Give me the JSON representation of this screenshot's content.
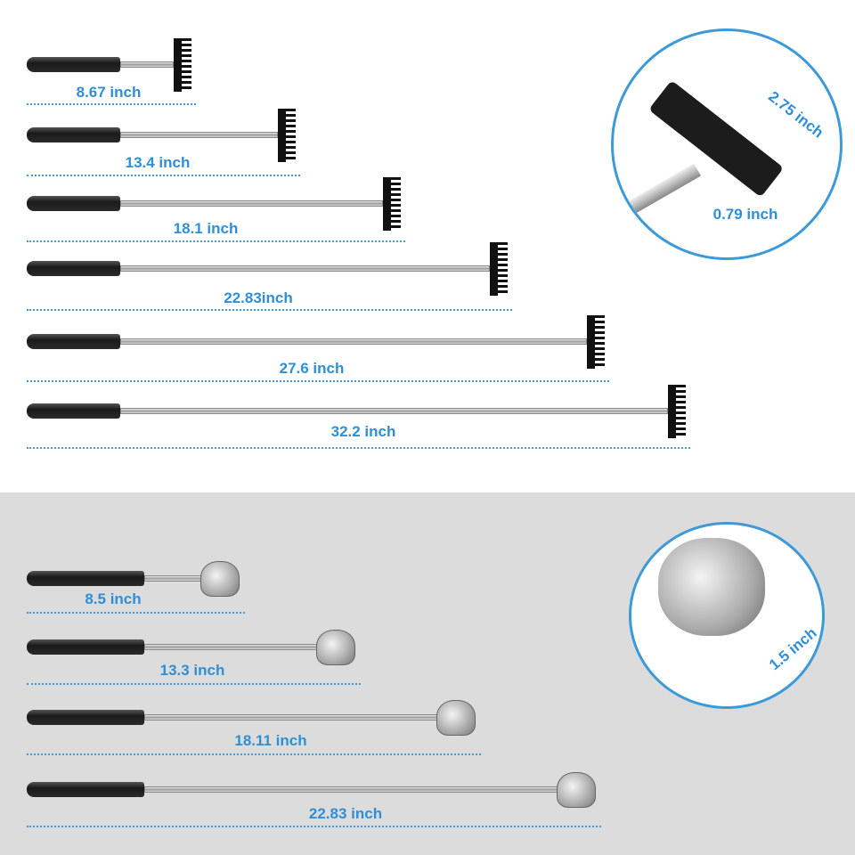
{
  "top_section": {
    "rake_lengths": [
      "8.67 inch",
      "13.4 inch",
      "18.1 inch",
      "22.83inch",
      "27.6 inch",
      "32.2 inch"
    ],
    "detail": {
      "width_label": "2.75 inch",
      "height_label": "0.79 inch"
    }
  },
  "bottom_section": {
    "paw_lengths": [
      "8.5 inch",
      "13.3 inch",
      "18.11 inch",
      "22.83 inch"
    ],
    "detail": {
      "width_label": "1.5 inch"
    }
  },
  "colors": {
    "accent": "#3d9ad8",
    "bottom_background": "#dcdcdc"
  }
}
